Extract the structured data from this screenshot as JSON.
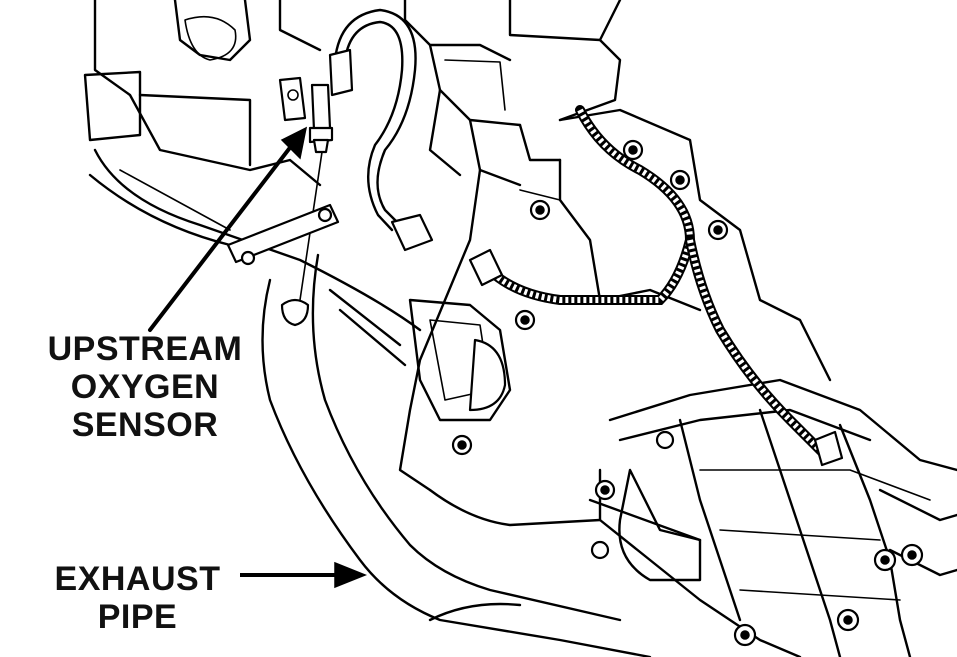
{
  "labels": {
    "upstream_sensor": [
      "UPSTREAM",
      "OXYGEN",
      "SENSOR"
    ],
    "exhaust_pipe": [
      "EXHAUST",
      "PIPE"
    ]
  },
  "colors": {
    "ink": "#000000",
    "paper": "#ffffff"
  }
}
